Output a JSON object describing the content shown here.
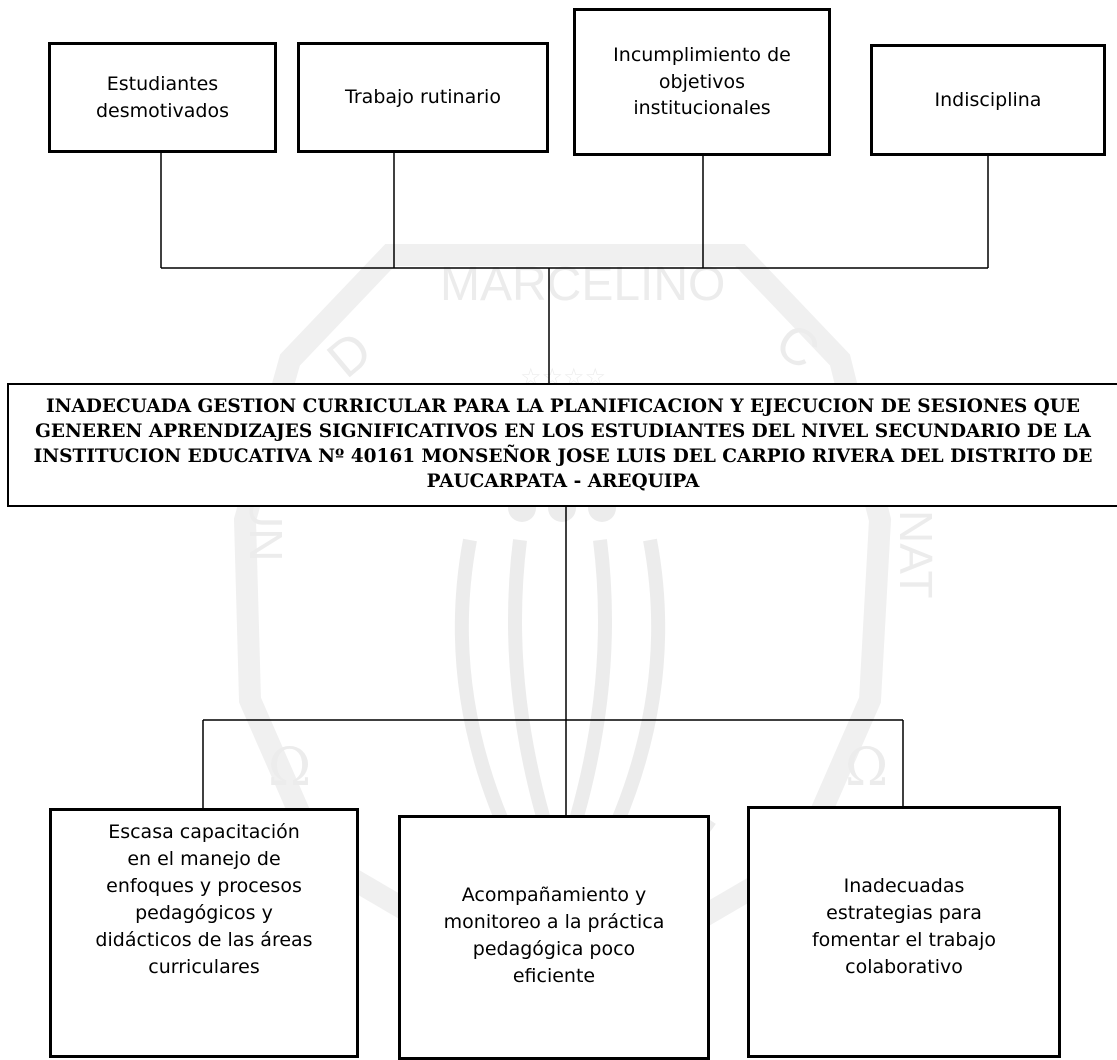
{
  "watermark": {
    "arc_text": "MARCELINO",
    "left_letters": [
      "D",
      "U"
    ],
    "right_letters": [
      "C",
      "NAT"
    ],
    "color": "#eeeeee"
  },
  "effects": [
    {
      "label": "Estudiantes\ndesmotivados"
    },
    {
      "label": "Trabajo rutinario"
    },
    {
      "label": "Incumplimiento de\nobjetivos\ninstitucionales"
    },
    {
      "label": "Indisciplina"
    }
  ],
  "problem": {
    "text": "INADECUADA GESTION CURRICULAR PARA LA PLANIFICACION Y EJECUCION DE SESIONES QUE GENEREN APRENDIZAJES SIGNIFICATIVOS EN LOS ESTUDIANTES DEL NIVEL SECUNDARIO DE LA INSTITUCION EDUCATIVA Nº 40161 MONSEÑOR JOSE LUIS DEL CARPIO RIVERA DEL DISTRITO DE PAUCARPATA - AREQUIPA"
  },
  "causes": [
    {
      "label": "Escasa capacitación\nen el manejo de\nenfoques y procesos\npedagógicos y\ndidácticos de las áreas\ncurriculares"
    },
    {
      "label": "Acompañamiento y\nmonitoreo a la práctica\npedagógica poco\neficiente"
    },
    {
      "label": "Inadecuadas\nestrategias para\nfomentar el trabajo\ncolaborativo"
    }
  ]
}
